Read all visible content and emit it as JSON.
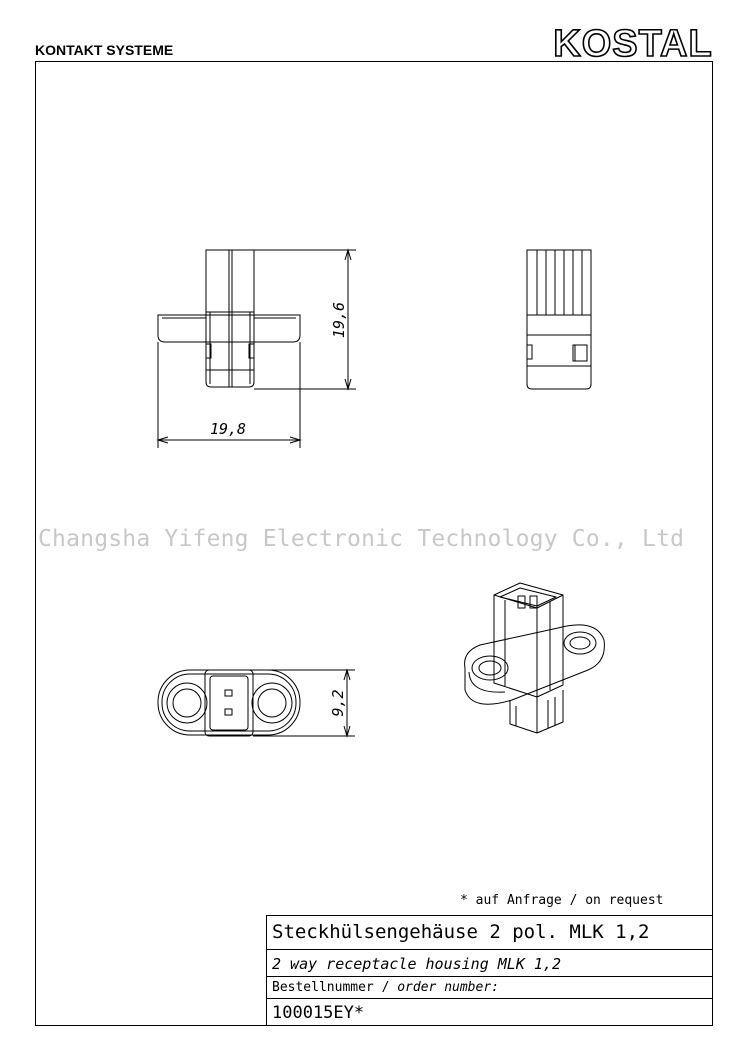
{
  "header": {
    "company": "KONTAKT SYSTEME",
    "logo_text": "KOSTAL"
  },
  "dimensions": {
    "height": "19,6",
    "width": "19,8",
    "depth": "9,2"
  },
  "watermark": "Changsha Yifeng Electronic Technology Co., Ltd",
  "note": "* auf Anfrage / on request",
  "title_block": {
    "title_de": "Steckhülsengehäuse 2 pol. MLK 1,2",
    "title_en": "2 way receptacle housing MLK 1,2",
    "order_label_de": "Bestellnummer / ",
    "order_label_en": "order number:",
    "order_number": "100015EY*"
  }
}
